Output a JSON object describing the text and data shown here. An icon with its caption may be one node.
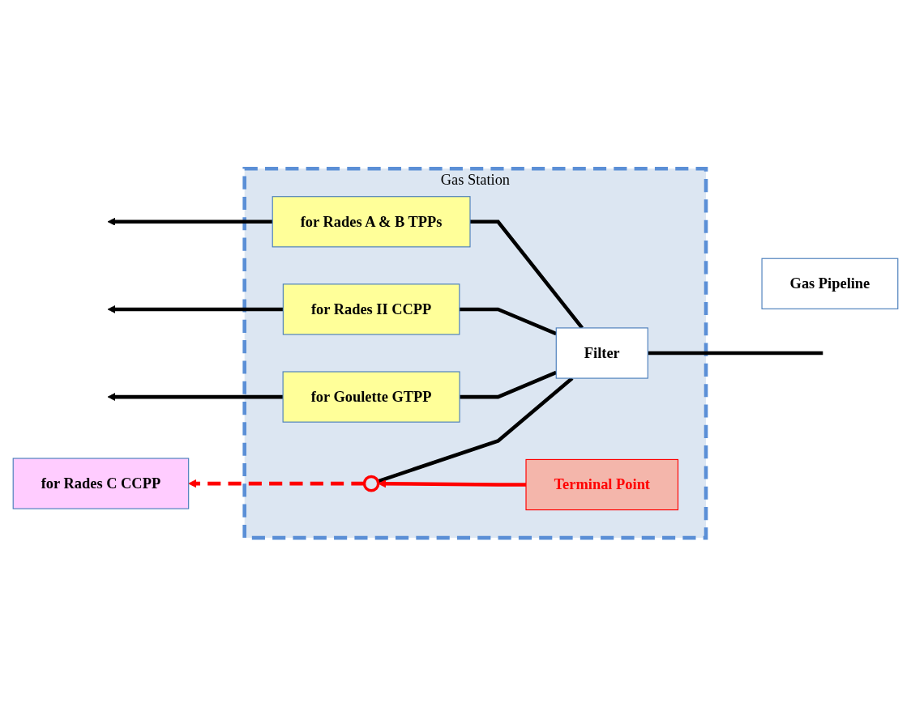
{
  "diagram": {
    "nodes": [
      {
        "text": [
          "Gas Station"
        ]
      },
      {
        "text": [
          "Filter"
        ],
        "in": 0
      },
      {
        "text": [
          "Gas Pipeline"
        ]
      },
      {
        "text": [
          "for Rades A & B TPPs"
        ],
        "in": 0
      },
      {
        "text": [
          "for Rades II CCPP"
        ],
        "in": 0
      },
      {
        "text": [
          "for Goulette GTPP"
        ],
        "in": 0
      },
      {
        "text": [],
        "shape": "circle",
        "in": 0
      },
      {
        "text": [
          "Terminal Point"
        ],
        "in": 0
      },
      {
        "text": [
          "for Rades C CCPP"
        ]
      }
    ],
    "edges": [
      {
        "from": null,
        "to": 1,
        "arrow": "none"
      },
      {
        "from": 1,
        "to": 3,
        "arrow": "none"
      },
      {
        "from": 1,
        "to": 4,
        "arrow": "none"
      },
      {
        "from": 1,
        "to": 5,
        "arrow": "none"
      },
      {
        "from": 1,
        "to": 6,
        "arrow": "none"
      },
      {
        "from": 3,
        "to": null,
        "arrow": "to"
      },
      {
        "from": 4,
        "to": null,
        "arrow": "to"
      },
      {
        "from": 5,
        "to": null,
        "arrow": "to"
      },
      {
        "from": 7,
        "to": 6,
        "arrow": "to",
        "color": "#ff0000"
      },
      {
        "from": 6,
        "to": 8,
        "arrow": "to",
        "style": "dashed",
        "color": "#ff0000"
      }
    ]
  }
}
